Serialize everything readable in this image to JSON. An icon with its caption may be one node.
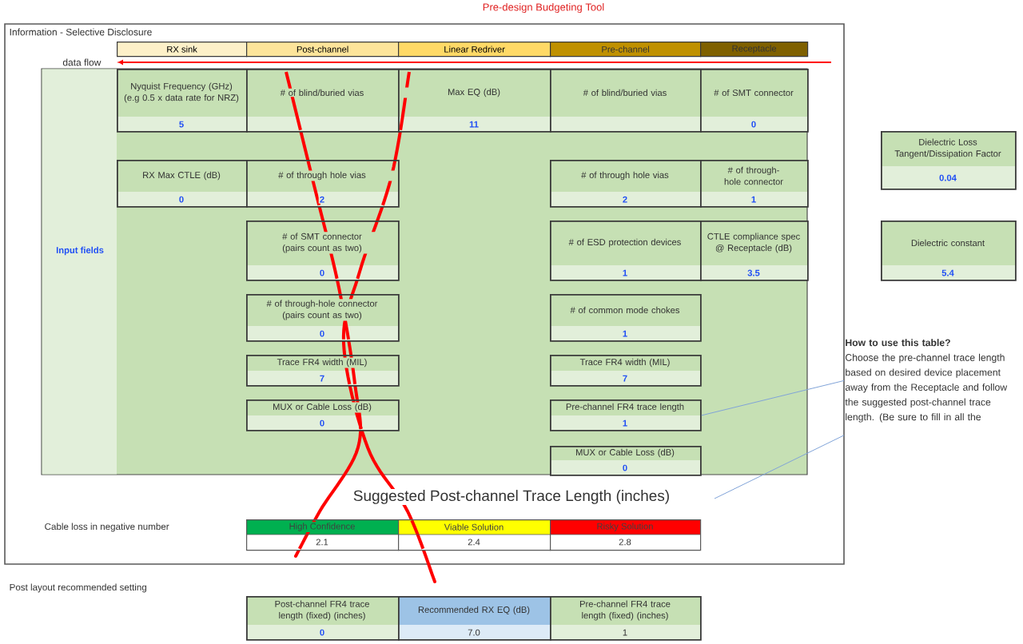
{
  "diagram": {
    "nodes": [
      {
        "text": [
          "RX sink"
        ]
      },
      {
        "text": [
          "Post-channel"
        ]
      },
      {
        "text": [
          "Linear Redriver"
        ]
      },
      {
        "text": [
          "Pre-channel"
        ]
      },
      {
        "text": [
          "Receptacle"
        ]
      },
      {
        "text": [
          "Input fields"
        ]
      },
      {
        "text": [
          "Nyquist Frequency (GHz) (e.g 0.5 x data rate for NRZ)",
          "5"
        ],
        "in": 5
      },
      {
        "text": [
          "# of blind/buried vias"
        ],
        "in": 5
      },
      {
        "text": [
          "Max EQ (dB)",
          "11"
        ],
        "in": 5
      },
      {
        "text": [
          "# of blind/buried vias"
        ],
        "in": 5
      },
      {
        "text": [
          "# of SMT connector",
          "0"
        ],
        "in": 5
      },
      {
        "text": [
          "RX Max CTLE (dB)",
          "0"
        ],
        "in": 5
      },
      {
        "text": [
          "# of through hole vias",
          "2"
        ],
        "in": 5
      },
      {
        "text": [
          "# of through hole vias",
          "2"
        ],
        "in": 5
      },
      {
        "text": [
          "# of through-hole connector",
          "1"
        ],
        "in": 5
      },
      {
        "text": [
          "# of SMT connector (pairs count as two)",
          "0"
        ],
        "in": 5
      },
      {
        "text": [
          "# of ESD protection devices",
          "1"
        ],
        "in": 5
      },
      {
        "text": [
          "CTLE compliance spec @ Receptacle (dB)",
          "3.5"
        ],
        "in": 5
      },
      {
        "text": [
          "# of through-hole connector (pairs count as two)",
          "0"
        ],
        "in": 5
      },
      {
        "text": [
          "# of common mode chokes",
          "1"
        ],
        "in": 5
      },
      {
        "text": [
          "Trace FR4 width (MIL)",
          "7"
        ],
        "in": 5
      },
      {
        "text": [
          "Trace FR4 width (MIL)",
          "7"
        ],
        "in": 5
      },
      {
        "text": [
          "MUX or Cable Loss (dB)",
          "0"
        ],
        "in": 5
      },
      {
        "text": [
          "Pre-channel FR4 trace length",
          "1"
        ],
        "in": 5
      },
      {
        "text": [
          "MUX or Cable Loss (dB)",
          "0"
        ],
        "in": 5
      },
      {
        "text": [
          "Dielectric Loss Tangent/Dissipation Factor",
          "0.04"
        ]
      },
      {
        "text": [
          "Dielectric constant",
          "5.4"
        ]
      },
      {
        "text": [
          "How to use this table?",
          "Choose the pre-channel trace length based on desired device placement away from the Receptacle and follow the suggested post-channel trace length. (Be sure to fill in all the"
        ]
      },
      {
        "text": [
          "High Confidence",
          "2.1"
        ]
      },
      {
        "text": [
          "Viable Solution",
          "2.4"
        ]
      },
      {
        "text": [
          "Risky Solution",
          "2.8"
        ]
      },
      {
        "text": [
          "Post-channel FR4 trace length (fixed) (inches)",
          "0"
        ]
      },
      {
        "text": [
          "Recommended RX EQ (dB)",
          "7.0"
        ]
      },
      {
        "text": [
          "Pre-channel FR4 trace length (fixed) (inches)",
          "1"
        ]
      }
    ],
    "edges": [
      {
        "from": 27,
        "to": 23,
        "arrow": "none"
      },
      {
        "from": 27,
        "to": null,
        "arrow": "none"
      }
    ],
    "labels": [
      "Pre-design Budgeting Tool",
      "Information - Selective Disclosure",
      "data flow",
      "Suggested Post-channel Trace Length (inches)",
      "Cable loss in negative number",
      "Post layout recommended setting"
    ]
  }
}
